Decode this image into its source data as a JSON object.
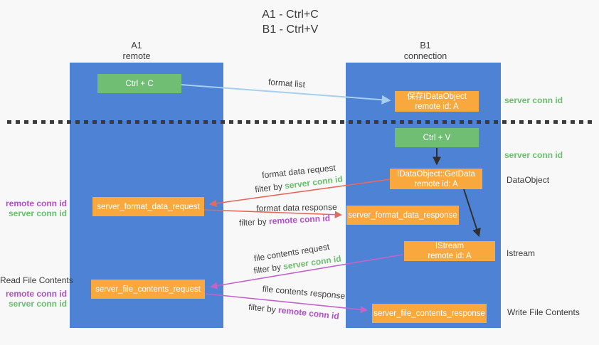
{
  "title": {
    "line1": "A1 - Ctrl+C",
    "line2": "B1 - Ctrl+V"
  },
  "lifelines": {
    "left": {
      "title": "A1",
      "subtitle": "remote"
    },
    "right": {
      "title": "B1",
      "subtitle": "connection"
    }
  },
  "nodes": {
    "ctrl_c": {
      "label": "Ctrl + C"
    },
    "save_dataobject": {
      "line1": "保存IDataObject",
      "line2": "remote id: A"
    },
    "ctrl_v": {
      "label": "Ctrl + V"
    },
    "getdata": {
      "line1": "IDataObject::GetData",
      "line2": "remote id: A"
    },
    "server_format_data_request": {
      "label": "server_format_data_request"
    },
    "server_format_data_response": {
      "label": "server_format_data_response"
    },
    "istream": {
      "line1": "IStream",
      "line2": "remote id: A"
    },
    "server_file_contents_request": {
      "label": "server_file_contents_request"
    },
    "server_file_contents_response": {
      "label": "server_file_contents_response"
    }
  },
  "edge_labels": {
    "format_list": "format list",
    "format_data_request": "format data request",
    "format_data_response": "format data response",
    "file_contents_request": "file contents request",
    "file_contents_response": "file contents response",
    "filter_by": "filter by"
  },
  "labels": {
    "server_conn_id": "server conn id",
    "remote_conn_id": "remote conn id",
    "dataobject": "DataObject",
    "istream": "Istream",
    "read_file_contents": "Read File Contents",
    "write_file_contents": "Write File Contents"
  },
  "colors": {
    "lifeline_blue": "#4e82d4",
    "node_green": "#6fbe74",
    "node_orange": "#f8a83d",
    "arrow_light_blue": "#a5cfec",
    "arrow_red": "#e7695d",
    "arrow_magenta": "#c564c8",
    "arrow_black": "#2f2f2f",
    "text_green": "#6abf6d",
    "text_purple": "#b44fcb",
    "text_dark": "#3a3a3a",
    "background": "#f8f8f9"
  }
}
